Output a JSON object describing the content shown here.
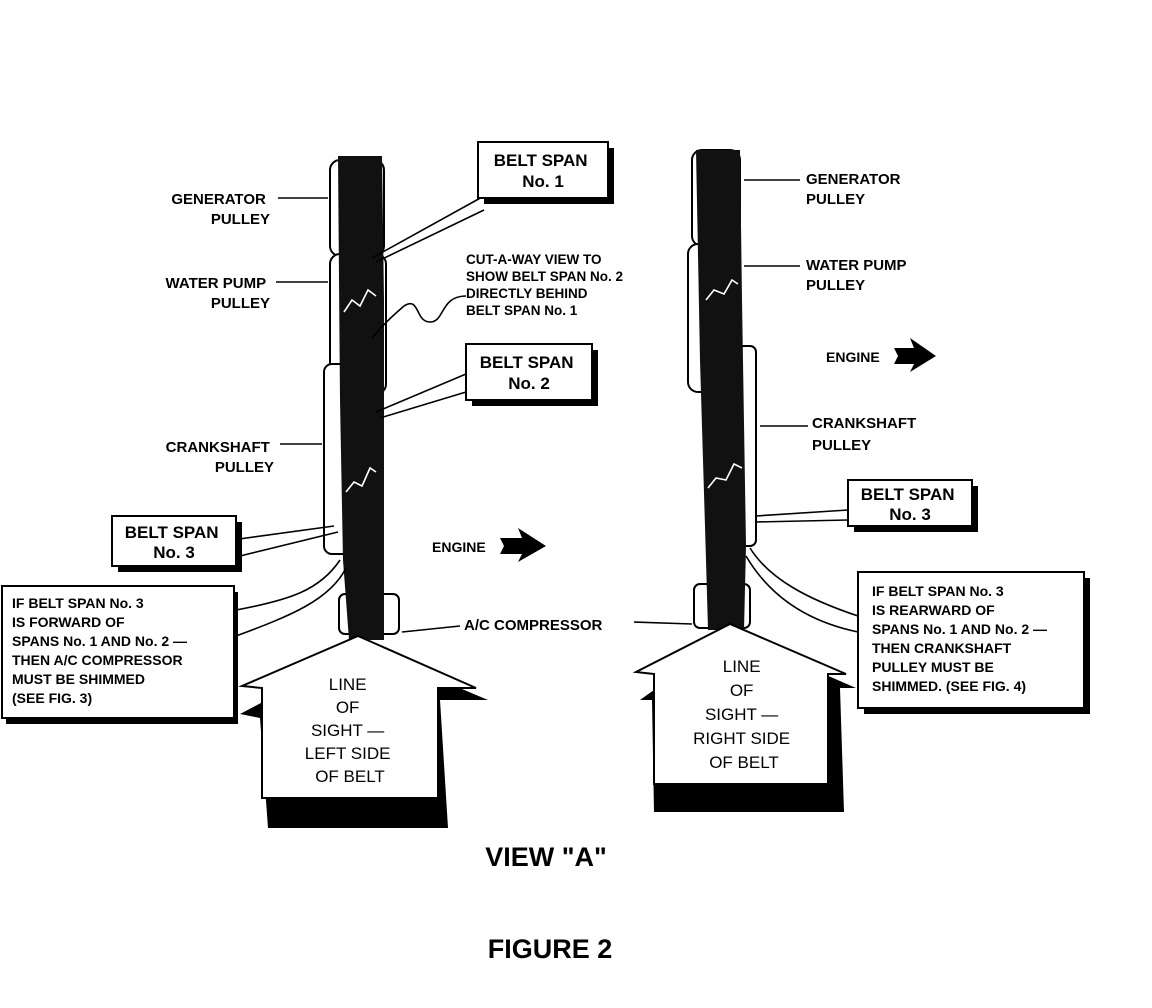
{
  "left_view": {
    "generator_pulley": [
      "GENERATOR",
      "PULLEY"
    ],
    "water_pump_pulley": [
      "WATER PUMP",
      "PULLEY"
    ],
    "crankshaft_pulley": [
      "CRANKSHAFT",
      "PULLEY"
    ],
    "belt_span_1": [
      "BELT SPAN",
      "No. 1"
    ],
    "belt_span_2": [
      "BELT SPAN",
      "No. 2"
    ],
    "belt_span_3": [
      "BELT SPAN",
      "No. 3"
    ],
    "cutaway_note": [
      "CUT-A-WAY VIEW TO",
      "SHOW BELT SPAN No. 2",
      "DIRECTLY BEHIND",
      "BELT SPAN No. 1"
    ],
    "engine": "ENGINE",
    "ac_compressor": "A/C COMPRESSOR",
    "forward_note": [
      "IF BELT SPAN No. 3",
      "IS FORWARD OF",
      "SPANS No. 1 AND No. 2 —",
      "THEN A/C COMPRESSOR",
      "MUST BE SHIMMED",
      "(SEE FIG. 3)"
    ],
    "line_of_sight": [
      "LINE",
      "OF",
      "SIGHT —",
      "LEFT SIDE",
      "OF BELT"
    ]
  },
  "right_view": {
    "generator_pulley": [
      "GENERATOR",
      "PULLEY"
    ],
    "water_pump_pulley": [
      "WATER PUMP",
      "PULLEY"
    ],
    "crankshaft_pulley": [
      "CRANKSHAFT",
      "PULLEY"
    ],
    "engine": "ENGINE",
    "belt_span_3": [
      "BELT SPAN",
      "No. 3"
    ],
    "rearward_note": [
      "IF BELT SPAN No. 3",
      "IS REARWARD OF",
      "SPANS No. 1 AND No. 2 —",
      "THEN CRANKSHAFT",
      "PULLEY MUST BE",
      "SHIMMED. (SEE FIG. 4)"
    ],
    "line_of_sight": [
      "LINE",
      "OF",
      "SIGHT —",
      "RIGHT SIDE",
      "OF BELT"
    ]
  },
  "view_title": "VIEW \"A\"",
  "figure_title": "FIGURE 2"
}
